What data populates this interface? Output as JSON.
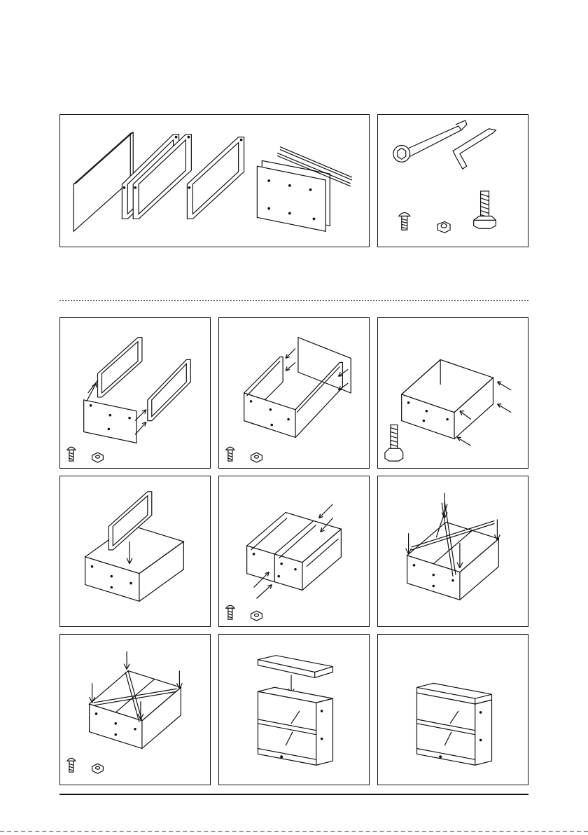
{
  "page": {
    "title": "",
    "parts_section": {
      "panels": [
        "parts-panel",
        "tools-panel"
      ]
    },
    "steps_section": {
      "step_count": 9
    }
  },
  "icons": {
    "arrow": "arrow-icon",
    "screw": "screw-icon",
    "nut": "nut-icon",
    "leveling_foot": "leveling-foot-icon",
    "wrench": "wrench-icon",
    "hex_key": "hex-key-icon"
  },
  "colors": {
    "line": "#111111",
    "background": "#ffffff",
    "dotted_divider": "#666666"
  }
}
